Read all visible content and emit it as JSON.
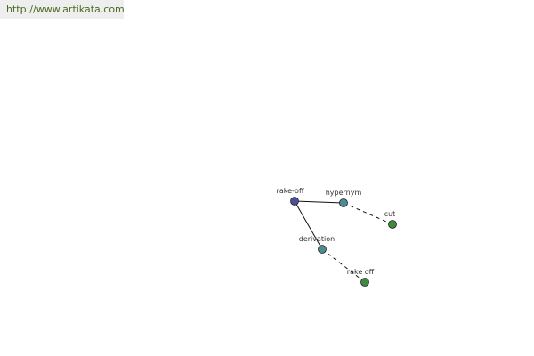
{
  "header": {
    "url": "http://www.artikata.com"
  },
  "graph": {
    "nodes": [
      {
        "id": "rake-off",
        "label": "rake-off",
        "color": "#4b4f97"
      },
      {
        "id": "hypernym",
        "label": "hypernym",
        "color": "#4a8c91"
      },
      {
        "id": "cut",
        "label": "cut",
        "color": "#3f8a3f"
      },
      {
        "id": "derivation",
        "label": "derivation",
        "color": "#4a8c91"
      },
      {
        "id": "rake-off-2",
        "label": "rake off",
        "color": "#3f8a3f"
      }
    ],
    "edges": [
      {
        "from": "rake-off",
        "to": "hypernym",
        "style": "solid"
      },
      {
        "from": "hypernym",
        "to": "cut",
        "style": "dashed"
      },
      {
        "from": "rake-off",
        "to": "derivation",
        "style": "solid"
      },
      {
        "from": "derivation",
        "to": "rake-off-2",
        "style": "dashed"
      }
    ]
  }
}
